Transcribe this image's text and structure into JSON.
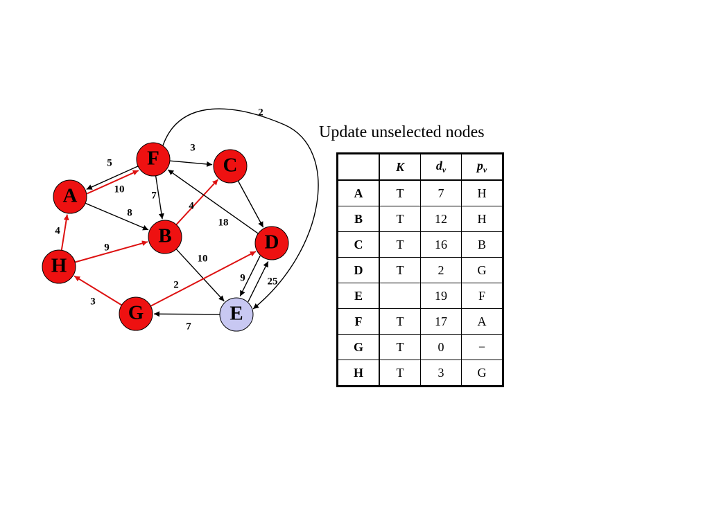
{
  "title": "Update unselected nodes",
  "colors": {
    "selected_fill": "#ee1111",
    "unselected_fill": "#c8c8f2",
    "tree_edge": "#dd1111",
    "edge": "#000000"
  },
  "graph": {
    "nodes": [
      {
        "id": "A",
        "label": "A",
        "selected": true
      },
      {
        "id": "B",
        "label": "B",
        "selected": true
      },
      {
        "id": "C",
        "label": "C",
        "selected": true
      },
      {
        "id": "D",
        "label": "D",
        "selected": true
      },
      {
        "id": "E",
        "label": "E",
        "selected": false
      },
      {
        "id": "F",
        "label": "F",
        "selected": true
      },
      {
        "id": "G",
        "label": "G",
        "selected": true
      },
      {
        "id": "H",
        "label": "H",
        "selected": true
      }
    ],
    "edges": [
      {
        "from": "F",
        "to": "A",
        "weight": "5",
        "tree": false
      },
      {
        "from": "A",
        "to": "F",
        "weight": "10",
        "tree": true
      },
      {
        "from": "F",
        "to": "C",
        "weight": "3",
        "tree": false
      },
      {
        "from": "F",
        "to": "B",
        "weight": "7",
        "tree": false
      },
      {
        "from": "A",
        "to": "B",
        "weight": "8",
        "tree": false
      },
      {
        "from": "B",
        "to": "C",
        "weight": "4",
        "tree": true
      },
      {
        "from": "D",
        "to": "F",
        "weight": "18",
        "tree": false
      },
      {
        "from": "C",
        "to": "D",
        "weight": "",
        "tree": false
      },
      {
        "from": "H",
        "to": "A",
        "weight": "4",
        "tree": true
      },
      {
        "from": "H",
        "to": "B",
        "weight": "9",
        "tree": true
      },
      {
        "from": "B",
        "to": "E",
        "weight": "10",
        "tree": false
      },
      {
        "from": "G",
        "to": "H",
        "weight": "3",
        "tree": true
      },
      {
        "from": "G",
        "to": "D",
        "weight": "2",
        "tree": true
      },
      {
        "from": "E",
        "to": "D",
        "weight": "9",
        "tree": false
      },
      {
        "from": "D",
        "to": "E",
        "weight": "25",
        "tree": false
      },
      {
        "from": "E",
        "to": "G",
        "weight": "7",
        "tree": false
      },
      {
        "from": "F",
        "to": "E",
        "weight": "2",
        "tree": false
      }
    ]
  },
  "table": {
    "headers": [
      {
        "main": "K",
        "sub": ""
      },
      {
        "main": "d",
        "sub": "v"
      },
      {
        "main": "p",
        "sub": "v"
      }
    ],
    "rows": [
      {
        "node": "A",
        "K": "T",
        "d": "7",
        "p": "H"
      },
      {
        "node": "B",
        "K": "T",
        "d": "12",
        "p": "H"
      },
      {
        "node": "C",
        "K": "T",
        "d": "16",
        "p": "B"
      },
      {
        "node": "D",
        "K": "T",
        "d": "2",
        "p": "G"
      },
      {
        "node": "E",
        "K": "",
        "d": "19",
        "p": "F"
      },
      {
        "node": "F",
        "K": "T",
        "d": "17",
        "p": "A"
      },
      {
        "node": "G",
        "K": "T",
        "d": "0",
        "p": "−"
      },
      {
        "node": "H",
        "K": "T",
        "d": "3",
        "p": "G"
      }
    ]
  }
}
